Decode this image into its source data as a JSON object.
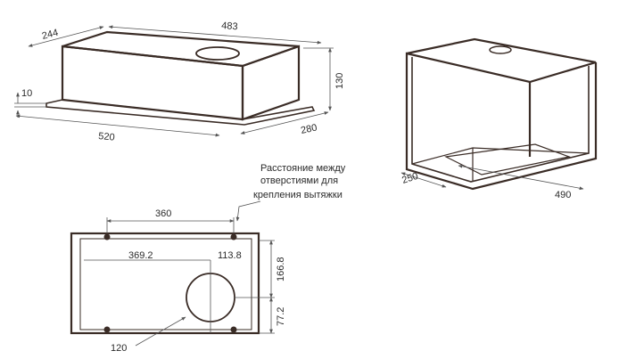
{
  "colors": {
    "outline": "#3a2c26",
    "dimension": "#555555",
    "background": "#ffffff"
  },
  "view_top_left": {
    "dim_width": "483",
    "dim_depth": "244",
    "dim_height": "130",
    "dim_flange": "10",
    "dim_front_width": "520",
    "dim_front_depth": "280"
  },
  "view_top_right": {
    "dim_depth": "250",
    "dim_width": "490"
  },
  "view_bottom": {
    "note": [
      "Расстояние между",
      "отверстиями для",
      "крепления вытяжки"
    ],
    "dim_holes": "360",
    "dim_outlet_x": "369.2",
    "dim_outlet_offset": "113.8",
    "dim_outlet_y": "166.8",
    "dim_outlet_bottom": "77.2",
    "dim_outlet_diameter": "120"
  }
}
